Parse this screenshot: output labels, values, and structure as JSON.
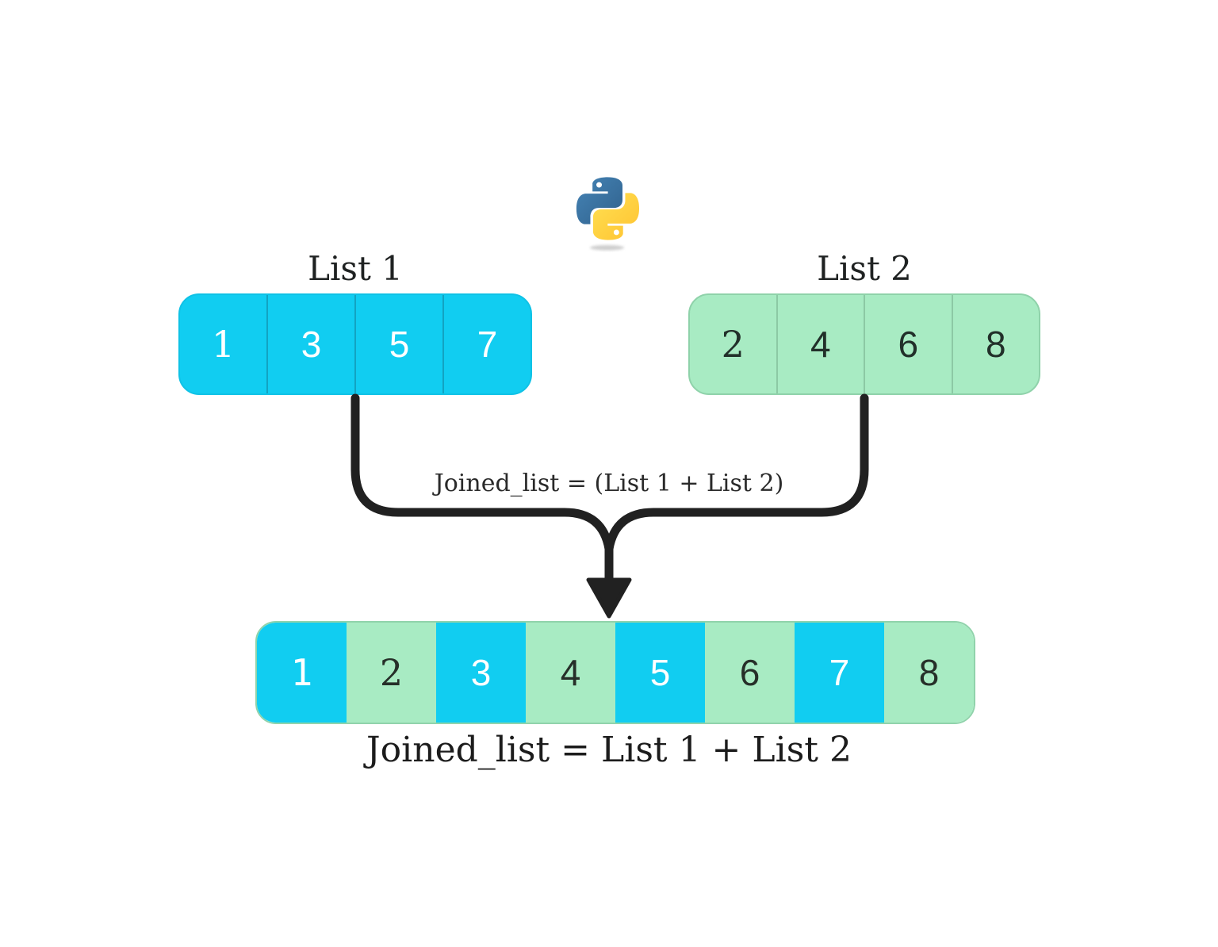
{
  "labels": {
    "merge_expression": "Joined_list = (List 1 + List 2)",
    "caption": "Joined_list = List 1 + List 2"
  },
  "list1": {
    "title": "List 1",
    "cells": [
      "1",
      "3",
      "5",
      "7"
    ],
    "color": "#11cdf1",
    "text_color": "#ffffff"
  },
  "list2": {
    "title": "List 2",
    "cells": [
      "2",
      "4",
      "6",
      "8"
    ],
    "color": "#a8ebc3",
    "text_color": "#22302a"
  },
  "joined": {
    "cells": [
      "1",
      "2",
      "3",
      "4",
      "5",
      "6",
      "7",
      "8"
    ],
    "cell_colors": [
      "#11cdf1",
      "#a8ebc3",
      "#11cdf1",
      "#a8ebc3",
      "#11cdf1",
      "#a8ebc3",
      "#11cdf1",
      "#a8ebc3"
    ]
  },
  "connector": {
    "color": "#212121"
  },
  "logo": {
    "name": "python-logo",
    "blue": "#3776a8",
    "yellow": "#ffd43b"
  }
}
